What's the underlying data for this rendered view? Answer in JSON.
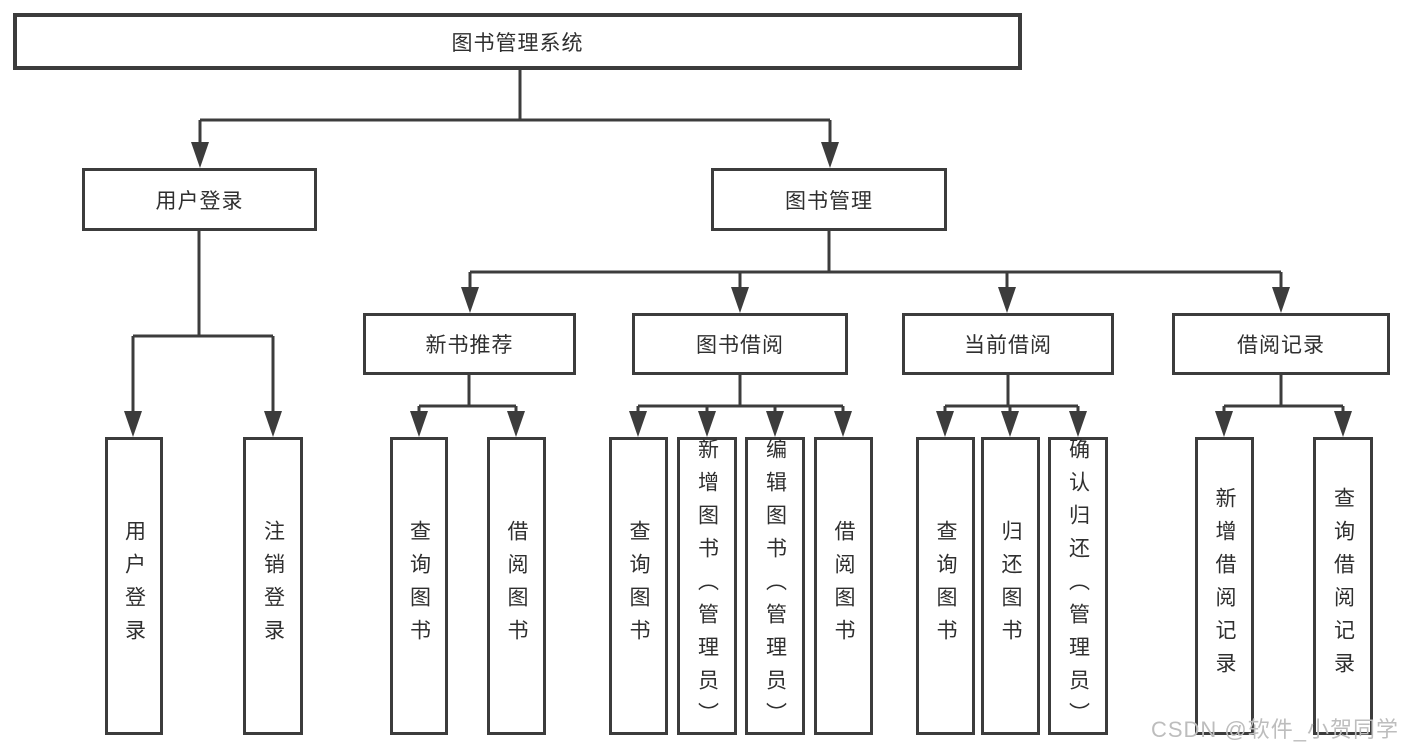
{
  "tree": {
    "root": {
      "label": "图书管理系统"
    },
    "branches": [
      {
        "label": "用户登录",
        "children": [
          {
            "label": "用户登录"
          },
          {
            "label": "注销登录"
          }
        ]
      },
      {
        "label": "图书管理",
        "groups": [
          {
            "label": "新书推荐",
            "children": [
              {
                "label": "查询图书"
              },
              {
                "label": "借阅图书"
              }
            ]
          },
          {
            "label": "图书借阅",
            "children": [
              {
                "label": "查询图书"
              },
              {
                "label": "新增图书（管理员）"
              },
              {
                "label": "编辑图书（管理员）"
              },
              {
                "label": "借阅图书"
              }
            ]
          },
          {
            "label": "当前借阅",
            "children": [
              {
                "label": "查询图书"
              },
              {
                "label": "归还图书"
              },
              {
                "label": "确认归还（管理员）"
              }
            ]
          },
          {
            "label": "借阅记录",
            "children": [
              {
                "label": "新增借阅记录"
              },
              {
                "label": "查询借阅记录"
              }
            ]
          }
        ]
      }
    ]
  },
  "watermark": {
    "text": "CSDN @软件_小贺同学"
  },
  "colors": {
    "line": "#3c3c3c",
    "text": "#2f2f2f",
    "box_background": "#ffffff",
    "page_background": "#ffffff",
    "watermark": "#bdbdbd"
  }
}
